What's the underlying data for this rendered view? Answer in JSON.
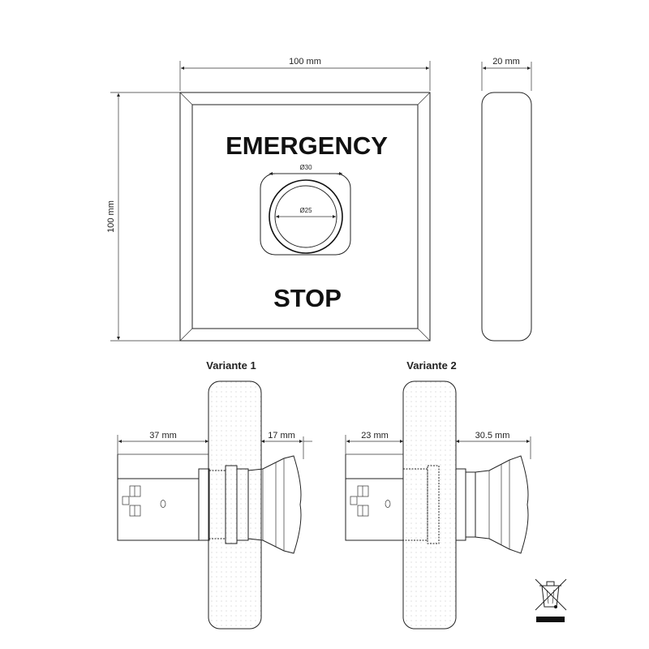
{
  "front_view": {
    "width_label": "100 mm",
    "height_label": "100 mm",
    "title_top": "EMERGENCY",
    "title_bottom": "STOP",
    "outer_diameter_label": "Ø30",
    "inner_diameter_label": "Ø25"
  },
  "side_view": {
    "depth_label": "20 mm"
  },
  "variant_1": {
    "label": "Variante 1",
    "left_dim_label": "37 mm",
    "right_dim_label": "17 mm"
  },
  "variant_2": {
    "label": "Variante 2",
    "left_dim_label": "23 mm",
    "right_dim_label": "30.5 mm"
  },
  "icons": {
    "weee": "crossed-out-wheelie-bin-icon"
  }
}
